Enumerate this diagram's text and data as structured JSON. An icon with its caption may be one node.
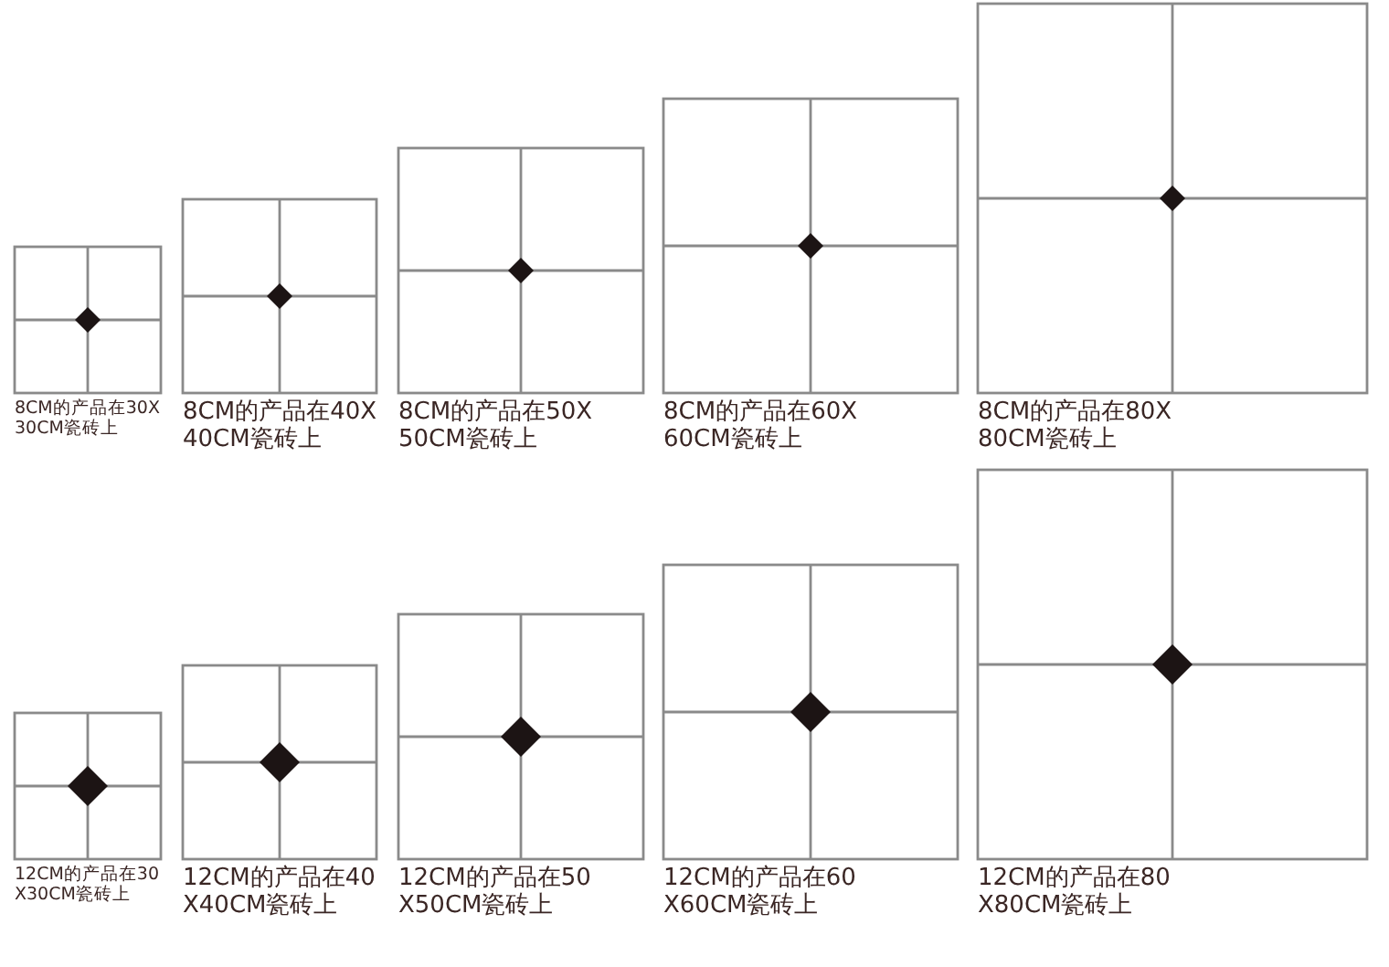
{
  "diagram": {
    "labels": [
      "8CM的产品在30X30CM瓷砖上",
      "8CM的产品在40X40CM瓷砖上",
      "8CM的产品在50X50CM瓷砖上",
      "8CM的产品在60X60CM瓷砖上",
      "8CM的产品在80X80CM瓷砖上",
      "12CM的产品在30X30CM瓷砖上",
      "12CM的产品在40X40CM瓷砖上",
      "12CM的产品在50X50CM瓷砖上",
      "12CM的产品在60X60CM瓷砖上",
      "12CM的产品在80X80CM瓷砖上"
    ]
  }
}
